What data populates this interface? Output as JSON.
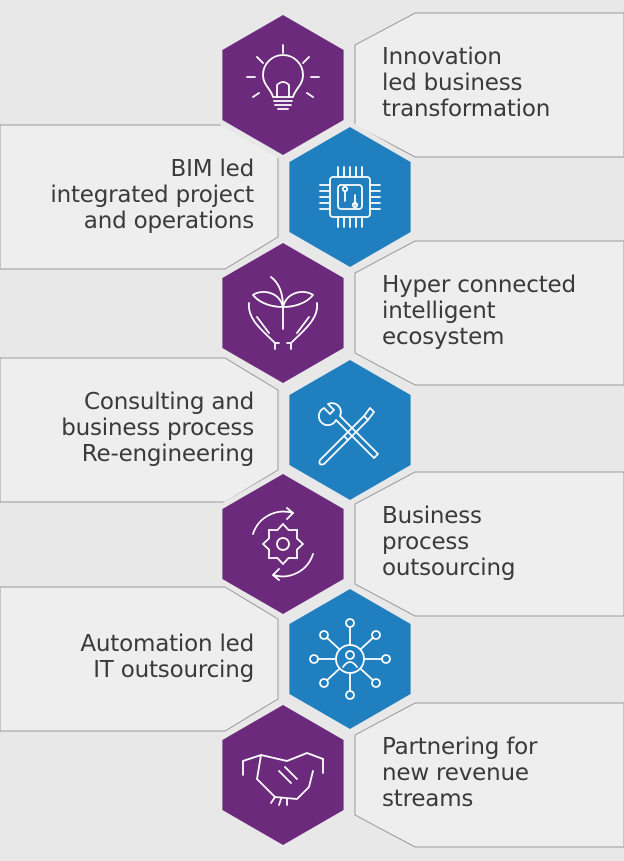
{
  "colors": {
    "background": "#e8e8e8",
    "panel": "#eeeeee",
    "panel_border": "#9a9a9a",
    "purple": "#6b2a7b",
    "blue": "#1f7fbf",
    "icon_stroke": "#ffffff",
    "text": "#3a3a3a"
  },
  "items": [
    {
      "side": "right",
      "hex_color": "purple",
      "icon": "lightbulb-icon",
      "lines": [
        "Innovation",
        "led business",
        "transformation"
      ]
    },
    {
      "side": "left",
      "hex_color": "blue",
      "icon": "circuit-chip-icon",
      "lines": [
        "BIM led",
        "integrated project",
        "and operations"
      ]
    },
    {
      "side": "right",
      "hex_color": "purple",
      "icon": "plant-in-hands-icon",
      "lines": [
        "Hyper connected",
        "intelligent",
        "ecosystem"
      ]
    },
    {
      "side": "left",
      "hex_color": "blue",
      "icon": "wrench-screwdriver-icon",
      "lines": [
        "Consulting and",
        "business process",
        "Re-engineering"
      ]
    },
    {
      "side": "right",
      "hex_color": "purple",
      "icon": "gear-cycle-icon",
      "lines": [
        "Business",
        "process",
        "outsourcing"
      ]
    },
    {
      "side": "left",
      "hex_color": "blue",
      "icon": "network-user-icon",
      "lines": [
        "Automation led",
        "IT outsourcing"
      ]
    },
    {
      "side": "right",
      "hex_color": "purple",
      "icon": "handshake-icon",
      "lines": [
        "Partnering for",
        "new revenue",
        "streams"
      ]
    }
  ]
}
